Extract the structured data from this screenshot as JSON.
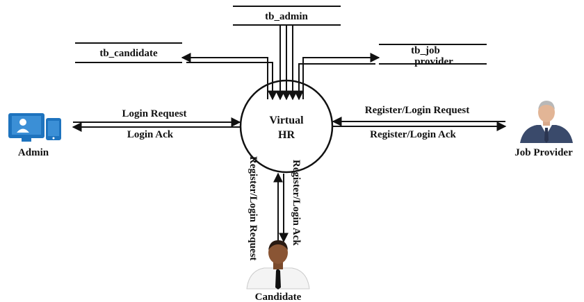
{
  "process": {
    "line1": "Virtual",
    "line2": "HR"
  },
  "stores": {
    "admin": "tb_admin",
    "candidate": "tb_candidate",
    "job_provider_line1": "tb_job",
    "job_provider_line2": "provider"
  },
  "actors": {
    "admin": "Admin",
    "job_provider": "Job Provider",
    "candidate": "Candidate"
  },
  "flows": {
    "admin_request": "Login Request",
    "admin_ack": "Login Ack",
    "jp_request": "Register/Login Request",
    "jp_ack": "Register/Login Ack",
    "cand_request": "Register/Login Request",
    "cand_ack": "Register/Login Ack"
  },
  "colors": {
    "line": "#111111",
    "monitor": "#1e73be",
    "suit": "#3a4a6b"
  }
}
